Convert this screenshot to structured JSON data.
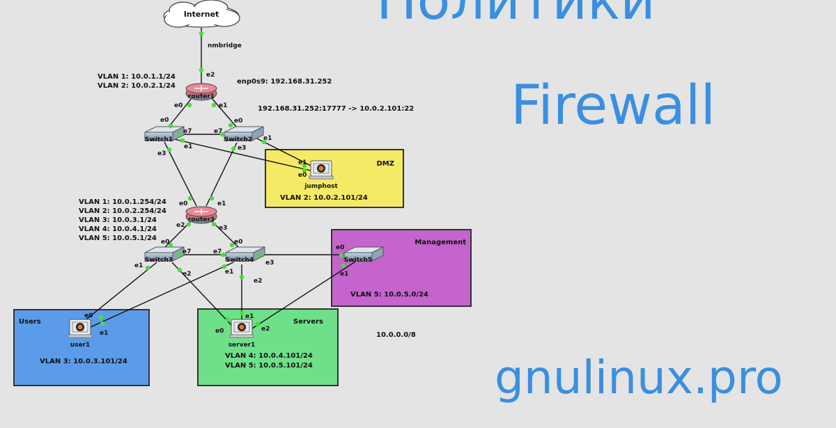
{
  "headline": {
    "line1": "Политики",
    "line2": "Firewall",
    "site": "gnulinux.pro"
  },
  "colors": {
    "accent_text": "#3a8fe0",
    "dmz": "#f4ea66",
    "management": "#c464cc",
    "users": "#5b9cea",
    "servers": "#6fe08a",
    "port_dot": "#4bdc3c",
    "router": "#d46a78",
    "switch": "#7e97ad"
  },
  "zones": {
    "dmz": {
      "title": "DMZ",
      "vlans": [
        "VLAN 2: 10.0.2.101/24"
      ]
    },
    "management": {
      "title": "Management",
      "vlans": [
        "VLAN 5: 10.0.5.0/24"
      ]
    },
    "users": {
      "title": "Users",
      "vlans": [
        "VLAN 3: 10.0.3.101/24"
      ]
    },
    "servers": {
      "title": "Servers",
      "vlans": [
        "VLAN 4: 10.0.4.101/24",
        "VLAN 5: 10.0.5.101/24"
      ]
    }
  },
  "notes": {
    "router1_vlans": [
      "VLAN 1: 10.0.1.1/24",
      "VLAN 2: 10.0.2.1/24"
    ],
    "enp": "enp0s9: 192.168.31.252",
    "nat": "192.168.31.252:17777 -> 10.0.2.101:22",
    "router3_vlans": [
      "VLAN 1: 10.0.1.254/24",
      "VLAN 2: 10.0.2.254/24",
      "VLAN 3: 10.0.3.1/24",
      "VLAN 4: 10.0.4.1/24",
      "VLAN 5: 10.0.5.1/24"
    ],
    "network": "10.0.0.0/8"
  },
  "nodes": [
    {
      "id": "internet",
      "label": "Internet",
      "kind": "cloud",
      "icon": "cloud-icon"
    },
    {
      "id": "router1",
      "label": "router1",
      "kind": "router",
      "icon": "router-icon"
    },
    {
      "id": "switch1",
      "label": "Switch1",
      "kind": "switch",
      "icon": "switch-icon"
    },
    {
      "id": "switch2",
      "label": "Switch2",
      "kind": "switch",
      "icon": "switch-icon"
    },
    {
      "id": "jumphost",
      "label": "jumphost",
      "kind": "host",
      "icon": "host-icon"
    },
    {
      "id": "router3",
      "label": "router3",
      "kind": "router",
      "icon": "router-icon"
    },
    {
      "id": "switch3",
      "label": "Switch3",
      "kind": "switch",
      "icon": "switch-icon"
    },
    {
      "id": "switch4",
      "label": "Switch4",
      "kind": "switch",
      "icon": "switch-icon"
    },
    {
      "id": "switch5",
      "label": "Switch5",
      "kind": "switch",
      "icon": "switch-icon"
    },
    {
      "id": "user1",
      "label": "user1",
      "kind": "host",
      "icon": "host-icon"
    },
    {
      "id": "server1",
      "label": "server1",
      "kind": "host",
      "icon": "host-icon"
    }
  ],
  "links": [
    {
      "a": "internet",
      "b": "router1",
      "a_port": "",
      "b_port": "e2",
      "label": "nmbridge"
    },
    {
      "a": "router1",
      "b": "switch1",
      "a_port": "e0",
      "b_port": "e0"
    },
    {
      "a": "router1",
      "b": "switch2",
      "a_port": "e1",
      "b_port": "e0"
    },
    {
      "a": "switch1",
      "b": "switch2",
      "a_port": "e7",
      "b_port": "e7"
    },
    {
      "a": "switch1",
      "b": "jumphost",
      "a_port": "e1",
      "b_port": "e0"
    },
    {
      "a": "switch2",
      "b": "jumphost",
      "a_port": "e1",
      "b_port": "e1"
    },
    {
      "a": "switch1",
      "b": "router3",
      "a_port": "e3",
      "b_port": "e0"
    },
    {
      "a": "switch2",
      "b": "router3",
      "a_port": "e3",
      "b_port": "e1"
    },
    {
      "a": "router3",
      "b": "switch3",
      "a_port": "e2",
      "b_port": "e0"
    },
    {
      "a": "router3",
      "b": "switch4",
      "a_port": "e3",
      "b_port": "e0"
    },
    {
      "a": "switch3",
      "b": "switch4",
      "a_port": "e7",
      "b_port": "e7"
    },
    {
      "a": "switch4",
      "b": "switch5",
      "a_port": "e3",
      "b_port": "e0"
    },
    {
      "a": "switch3",
      "b": "user1",
      "a_port": "e1",
      "b_port": "e0"
    },
    {
      "a": "switch4",
      "b": "user1",
      "a_port": "e1",
      "b_port": "e1"
    },
    {
      "a": "switch3",
      "b": "server1",
      "a_port": "e2",
      "b_port": "e0"
    },
    {
      "a": "switch4",
      "b": "server1",
      "a_port": "e2",
      "b_port": "e1"
    },
    {
      "a": "switch5",
      "b": "server1",
      "a_port": "e1",
      "b_port": "e2"
    }
  ]
}
